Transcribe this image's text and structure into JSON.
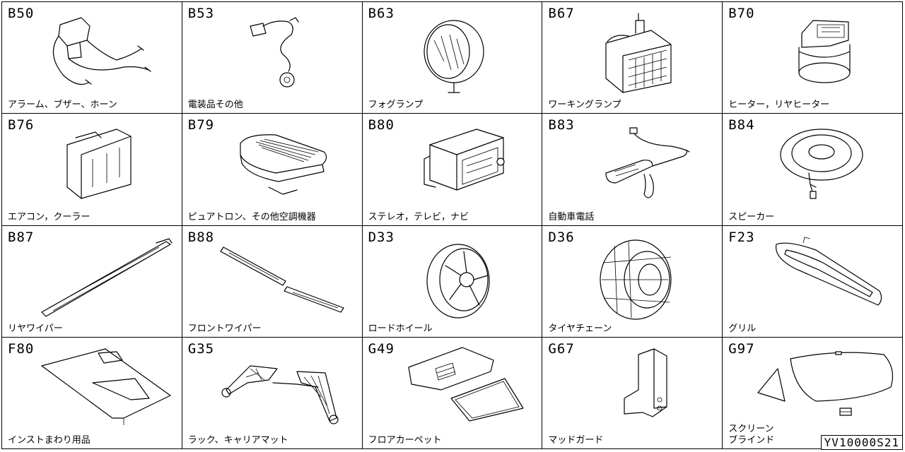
{
  "catalog_id": "YV10000S21",
  "sections": [
    {
      "code": "B50",
      "label": "アラーム、ブザー、ホーン",
      "icon": "alarm-buzzer-horn-icon"
    },
    {
      "code": "B53",
      "label": "電装品その他",
      "icon": "electrical-parts-icon"
    },
    {
      "code": "B63",
      "label": "フォグランプ",
      "icon": "fog-lamp-icon"
    },
    {
      "code": "B67",
      "label": "ワーキングランプ",
      "icon": "working-lamp-icon"
    },
    {
      "code": "B70",
      "label": "ヒーター，リヤヒーター",
      "icon": "heater-icon"
    },
    {
      "code": "B76",
      "label": "エアコン，クーラー",
      "icon": "air-conditioner-icon"
    },
    {
      "code": "B79",
      "label": "ピュアトロン、その他空調機器",
      "icon": "air-purifier-icon"
    },
    {
      "code": "B80",
      "label": "ステレオ，テレビ，ナビ",
      "icon": "car-stereo-icon"
    },
    {
      "code": "B83",
      "label": "自動車電話",
      "icon": "car-phone-icon"
    },
    {
      "code": "B84",
      "label": "スピーカー",
      "icon": "speaker-icon"
    },
    {
      "code": "B87",
      "label": "リヤワイパー",
      "icon": "rear-wiper-icon"
    },
    {
      "code": "B88",
      "label": "フロントワイパー",
      "icon": "front-wiper-icon"
    },
    {
      "code": "D33",
      "label": "ロードホイール",
      "icon": "road-wheel-icon"
    },
    {
      "code": "D36",
      "label": "タイヤチェーン",
      "icon": "tire-chain-icon"
    },
    {
      "code": "F23",
      "label": "グリル",
      "icon": "grille-icon"
    },
    {
      "code": "F80",
      "label": "インストまわり用品",
      "icon": "instrument-panel-icon"
    },
    {
      "code": "G35",
      "label": "ラック、キャリアマット",
      "icon": "roof-rack-icon"
    },
    {
      "code": "G49",
      "label": "フロアカーペット",
      "icon": "floor-carpet-icon"
    },
    {
      "code": "G67",
      "label": "マッドガード",
      "icon": "mud-guard-icon"
    },
    {
      "code": "G97",
      "label": "スクリーン\nブラインド",
      "icon": "screen-blind-icon"
    }
  ]
}
